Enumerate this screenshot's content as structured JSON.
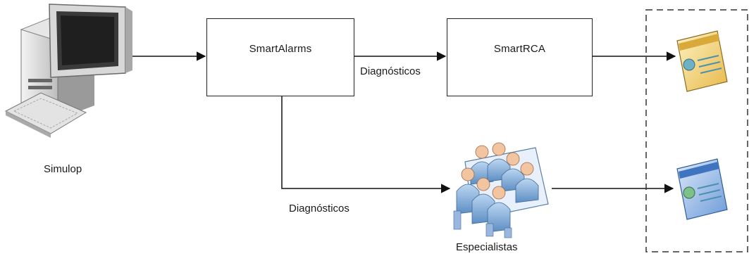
{
  "nodes": {
    "simulop": {
      "label": "Simulop",
      "icon": "computer-icon"
    },
    "smartalarms": {
      "label": "SmartAlarms"
    },
    "smartrca": {
      "label": "SmartRCA"
    },
    "especialistas": {
      "label": "Especialistas",
      "icon": "meeting-people-icon"
    },
    "output_top": {
      "icon": "report-card-icon",
      "color": "#e8c85a"
    },
    "output_bottom": {
      "icon": "report-card-icon",
      "color": "#5a8fd0"
    }
  },
  "edges": {
    "smartalarms_to_smartrca": {
      "label": "Diagnósticos"
    },
    "smartalarms_to_especialistas": {
      "label": "Diagnósticos"
    }
  }
}
